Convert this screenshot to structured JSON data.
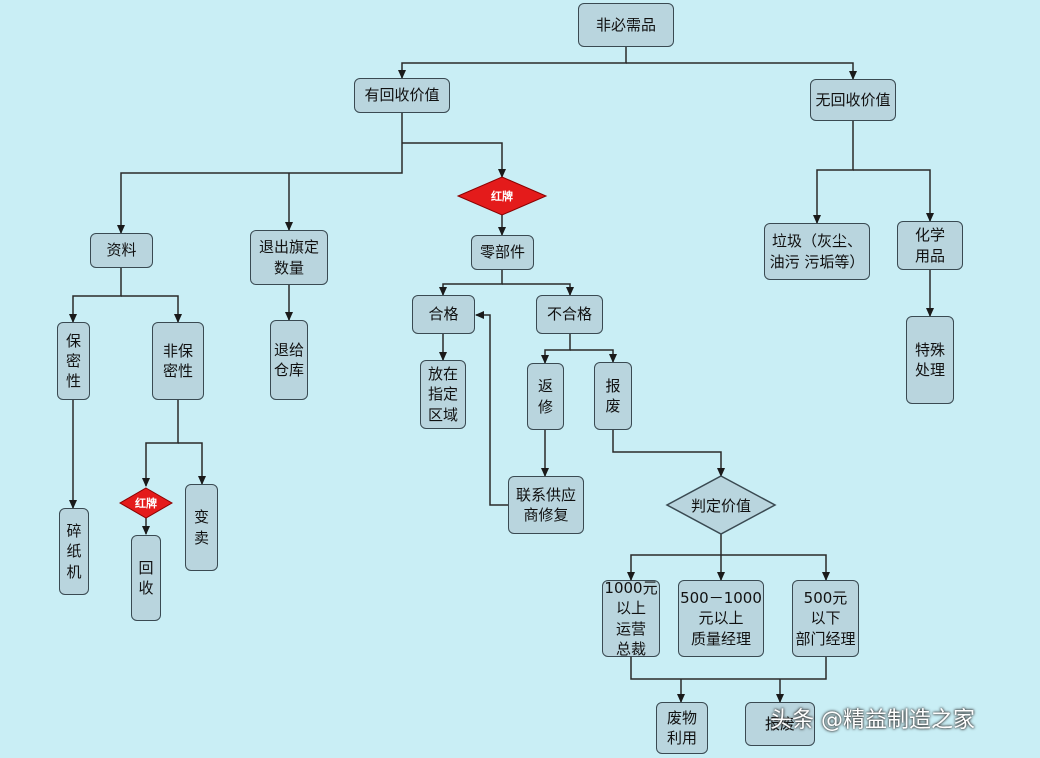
{
  "nodes": {
    "root": "非必需品",
    "recyclable": "有回收价值",
    "non_recyclable": "无回收价值",
    "red_flag_main": "红牌",
    "materials": "资料",
    "return_stock": "退出旗定\n数量",
    "parts": "零部件",
    "garbage": "垃圾（灰尘、\n油污 污垢等）",
    "chemicals": "化学\n用品",
    "confidential": "保\n密\n性",
    "non_confidential": "非保\n密性",
    "return_warehouse": "退给\n仓库",
    "qualified": "合格",
    "unqualified": "不合格",
    "special_handling": "特殊\n处理",
    "place_area": "放在\n指定\n区域",
    "repair": "返\n修",
    "scrap": "报\n废",
    "shredder": "碎\n纸\n机",
    "red_flag_small": "红牌",
    "recycle": "回\n收",
    "sell": "变\n卖",
    "contact_supplier": "联系供应\n商修复",
    "judge_value": "判定价值",
    "over_1000": "1000元\n以上\n运营\n总裁",
    "mid_range": "500－1000\n元以上\n质量经理",
    "under_500": "500元\n以下\n部门经理",
    "scrap_reuse": "废物\n利用",
    "scrap_final": "报废"
  },
  "watermark": "头条 @精益制造之家",
  "colors": {
    "box": "#b9d5de",
    "line": "#2a2a2a",
    "red": "#e41b1b",
    "diamond": "#b9d5de",
    "background": "#c9eef5"
  }
}
